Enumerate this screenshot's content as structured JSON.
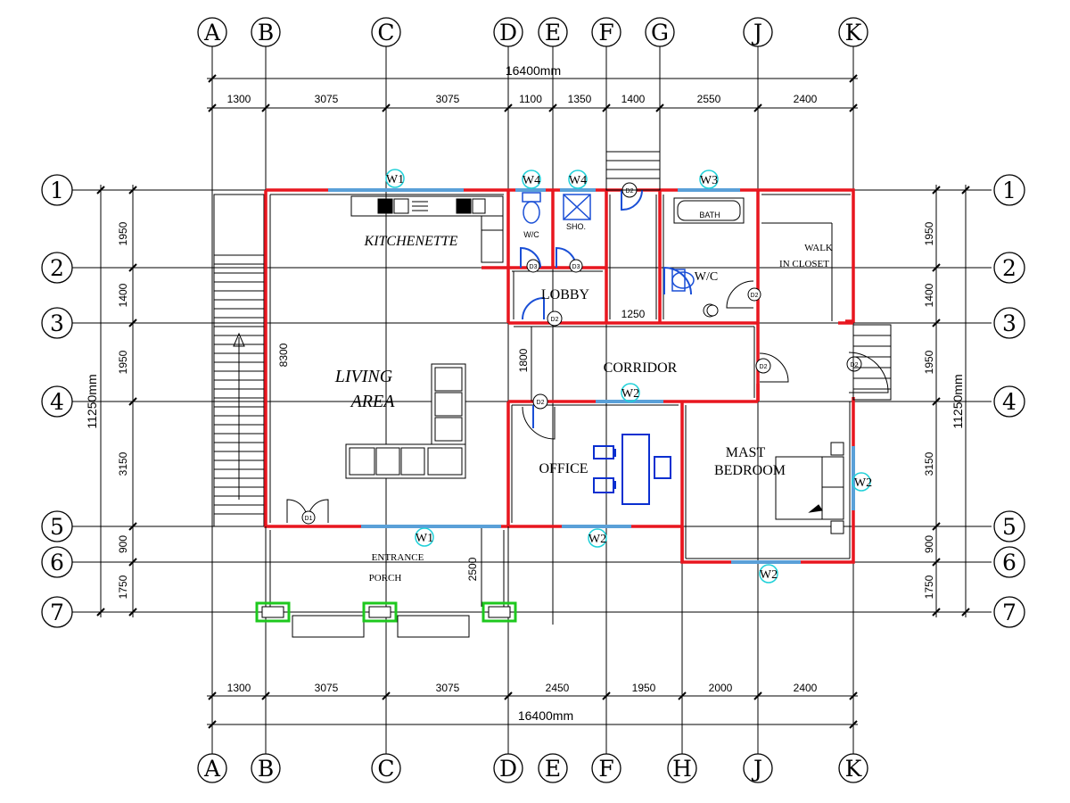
{
  "grid": {
    "columns_top": [
      "A",
      "B",
      "C",
      "D",
      "E",
      "F",
      "G",
      "J",
      "K"
    ],
    "columns_bottom": [
      "A",
      "B",
      "C",
      "D",
      "E",
      "F",
      "H",
      "J",
      "K"
    ],
    "rows": [
      "1",
      "2",
      "3",
      "4",
      "5",
      "6",
      "7"
    ]
  },
  "dimensions": {
    "top_total": "16400mm",
    "bottom_total": "16400mm",
    "top_segments": [
      "1300",
      "3075",
      "3075",
      "1100",
      "1350",
      "1400",
      "2550",
      "2400"
    ],
    "bottom_segments": [
      "1300",
      "3075",
      "3075",
      "2450",
      "1950",
      "2000",
      "2400"
    ],
    "left_segments": [
      "1950",
      "1400",
      "1950",
      "3150",
      "900",
      "1750"
    ],
    "right_segments": [
      "1950",
      "1400",
      "1950",
      "3150",
      "900",
      "1750"
    ],
    "left_total": "11250mm",
    "right_total": "11250mm",
    "inner": {
      "living_height": "8300",
      "corridor_width": "1250",
      "lobby_drop": "1800",
      "porch_depth": "2500"
    }
  },
  "rooms": {
    "kitchenette": "KITCHENETTE",
    "living_line1": "LIVING",
    "living_line2": "AREA",
    "lobby": "LOBBY",
    "corridor": "CORRIDOR",
    "office": "OFFICE",
    "bedroom_line1": "MAST",
    "bedroom_line2": "BEDROOM",
    "walk_line1": "WALK",
    "walk_line2": "IN CLOSET",
    "porch_line1": "ENTRANCE",
    "porch_line2": "PORCH",
    "wc_small": "W/C",
    "shower": "SHO.",
    "wc_main": "W/C",
    "bath": "BATH"
  },
  "window_tags": {
    "w1_top": "W1",
    "w4_left": "W4",
    "w4_right": "W4",
    "w3_top": "W3",
    "w2_corridor": "W2",
    "w2_east": "W2",
    "w1_south": "W1",
    "w2_office_south": "W2",
    "w2_bed_south": "W2"
  },
  "door_tags": {
    "d1": "D1",
    "d2": "D2",
    "d3": "D3"
  },
  "colors": {
    "wall": "#e8161f",
    "window": "#5aa0d8",
    "door": "#1a4fd6",
    "tag_circle": "#1fd0d8",
    "furniture_blue": "#0a2fd0",
    "column_green": "#1ec81e"
  }
}
